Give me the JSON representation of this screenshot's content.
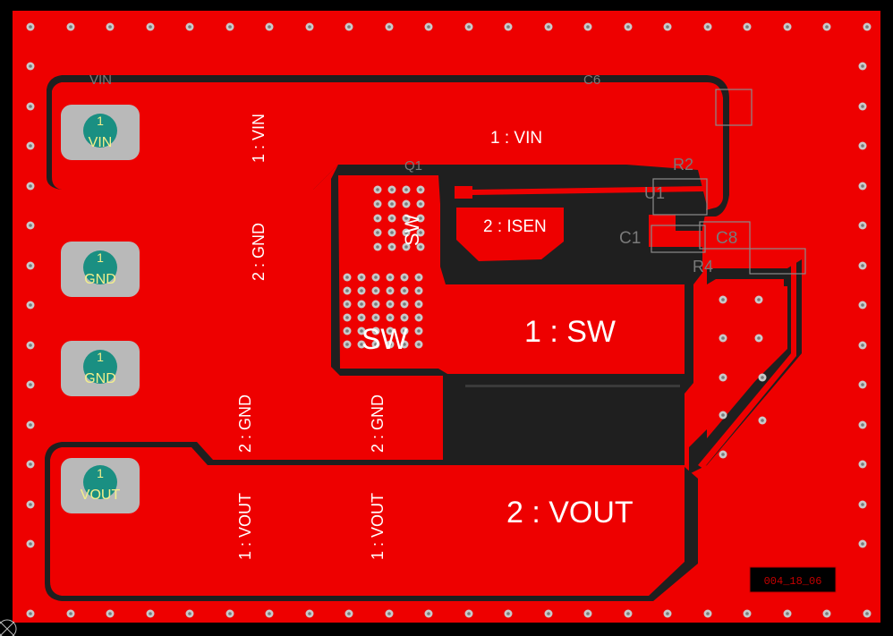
{
  "pcb": {
    "colors": {
      "background": "#000000",
      "copper": "#ee0000",
      "void": "#1f1f1f",
      "pad": "#b9b9b9",
      "pad_hole": "#1a8f82",
      "overlay": "#7a7a7a",
      "outline": "#8c8c8c"
    },
    "connectors": [
      {
        "num": "1",
        "name": "VIN"
      },
      {
        "num": "1",
        "name": "GND"
      },
      {
        "num": "1",
        "name": "GND"
      },
      {
        "num": "1",
        "name": "VOUT"
      }
    ],
    "net_labels": {
      "vin_vertical": "1 : VIN",
      "vin_horizontal": "1 : VIN",
      "gnd_upper": "2 : GND",
      "gnd_lower_left": "2 : GND",
      "gnd_lower_right": "2 : GND",
      "isen": "2 : ISEN",
      "sw_big": "1 : SW",
      "sw_small": "SW",
      "sw_rotated": "SW",
      "vout_big": "2 : VOUT",
      "vout_left": "1 : VOUT",
      "vout_right": "1 : VOUT"
    },
    "designators": {
      "q1": "Q1",
      "u1": "U1",
      "c1": "C1",
      "c8": "C8",
      "r2": "R2",
      "r4": "R4",
      "c6": "C6",
      "vin_overlay": "VIN"
    },
    "board_code": "004_18_06"
  }
}
